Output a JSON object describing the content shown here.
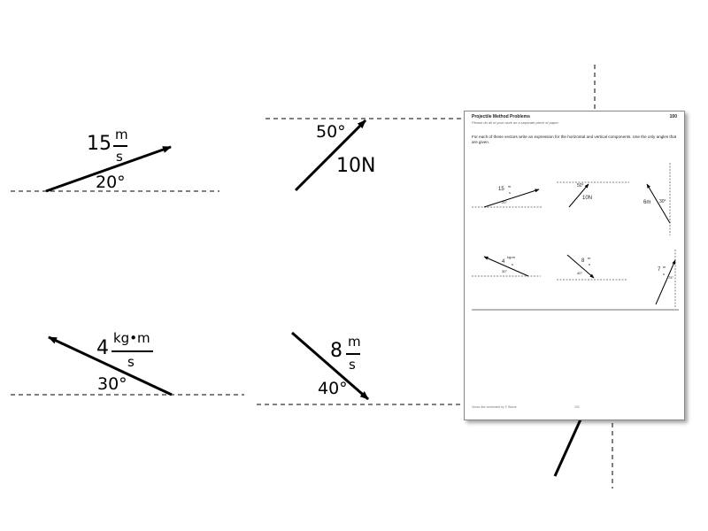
{
  "vectors": {
    "v1": {
      "magnitude": "15",
      "unit_num": "m",
      "unit_den": "s",
      "angle": "20°"
    },
    "v2": {
      "magnitude": "10N",
      "angle": "50°"
    },
    "v3": {
      "magnitude": "4",
      "unit_num": "kg•m",
      "unit_den": "s",
      "angle": "30°"
    },
    "v4": {
      "magnitude": "8",
      "unit_num": "m",
      "unit_den": "s",
      "angle": "40°"
    }
  },
  "worksheet": {
    "title": "Projectile Method Problems",
    "page_number": "100",
    "subtitle": "Please do all of your work on a separate piece of paper.",
    "instructions": "For each of these vectors write an expression for the horizontal and vertical components. Use the only angles that are given.",
    "items": {
      "a": {
        "magnitude": "15",
        "unit_num": "m",
        "unit_den": "s",
        "angle": "20°"
      },
      "b": {
        "magnitude": "10N",
        "angle": "50°"
      },
      "c": {
        "magnitude": "6m",
        "angle": "30°"
      },
      "d": {
        "magnitude": "4",
        "unit_num": "kg•m",
        "unit_den": "s",
        "angle": "30°"
      },
      "e": {
        "magnitude": "8",
        "unit_num": "m",
        "unit_den": "s",
        "angle": "40°"
      },
      "f": {
        "magnitude": "7",
        "unit_num": "m",
        "unit_den": "s",
        "angle": "75°"
      }
    },
    "footer": "Vector-like worksheet by F. Blaine",
    "footer_page": "100"
  }
}
